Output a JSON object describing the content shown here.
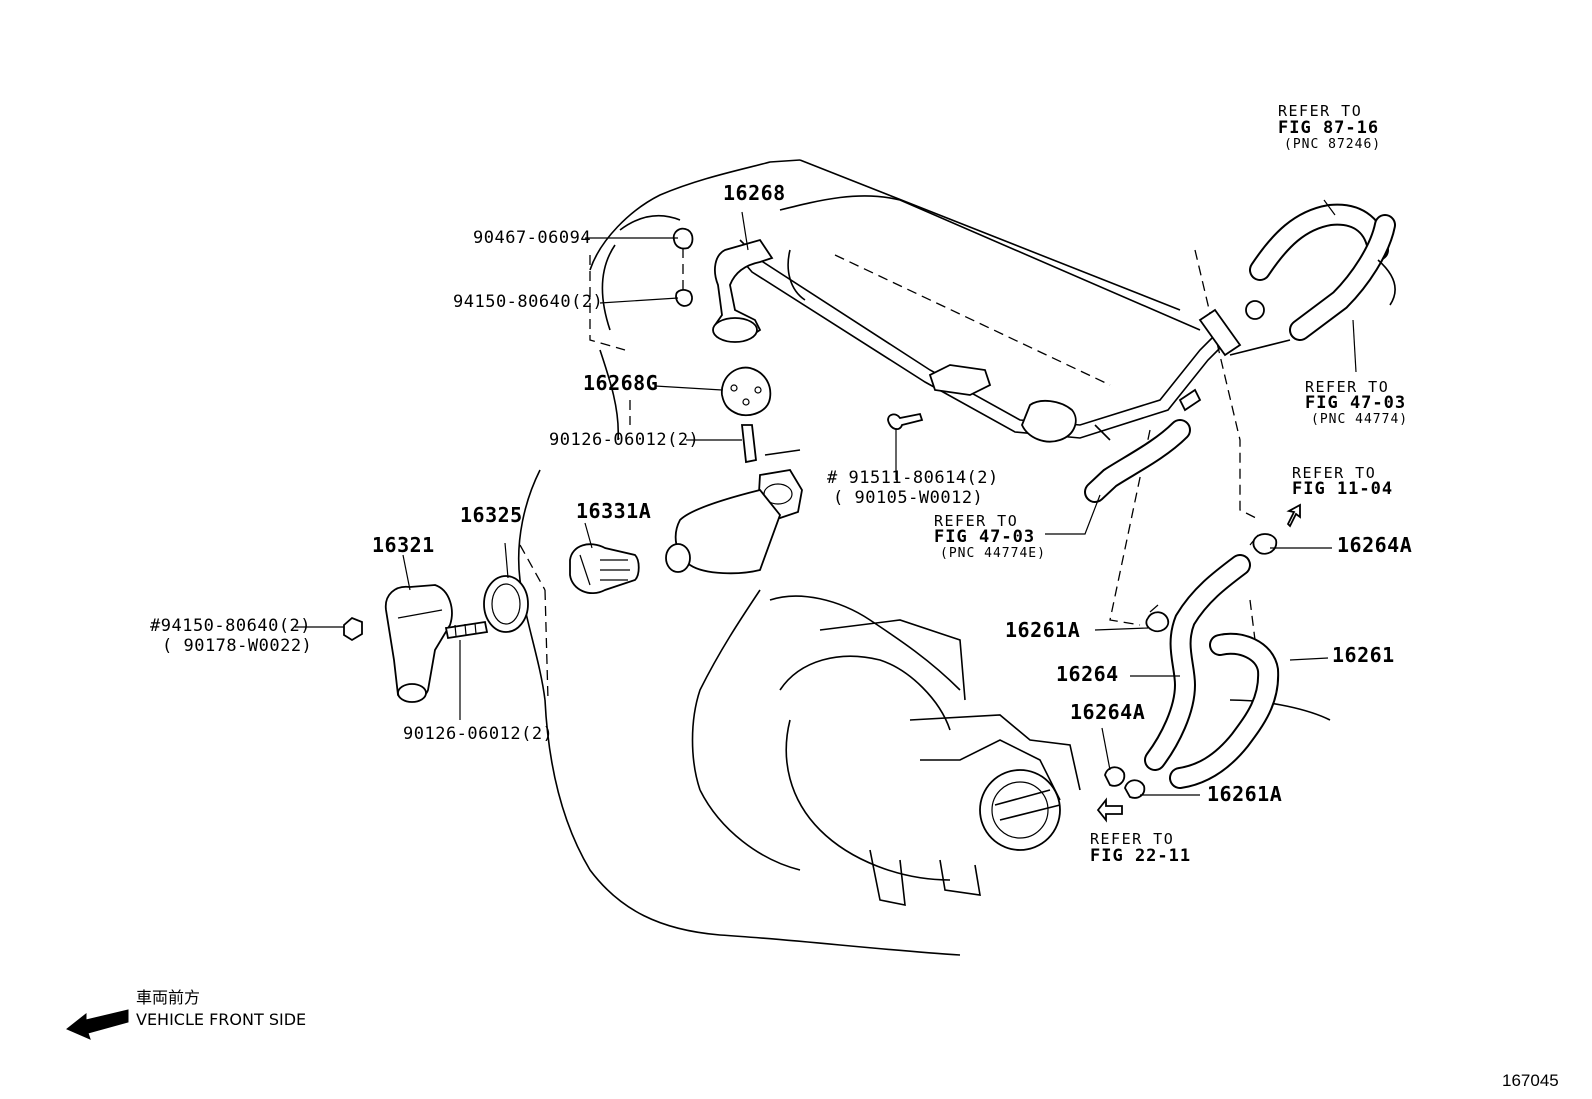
{
  "parts": {
    "p16268": "16268",
    "p90467": "90467-06094",
    "p94150_top": "94150-80640(2)",
    "p16268G": "16268G",
    "p90126_top": "90126-06012(2)",
    "p91511": "# 91511-80614(2)",
    "p90105": "( 90105-W0012)",
    "p16325": "16325",
    "p16331A": "16331A",
    "p16321": "16321",
    "p94150_left": "#94150-80640(2)",
    "p90178": "( 90178-W0022)",
    "p90126_bottom": "90126-06012(2)",
    "p16264A_top": "16264A",
    "p16261A_top": "16261A",
    "p16261": "16261",
    "p16264": "16264",
    "p16264A_bottom": "16264A",
    "p16261A_bottom": "16261A"
  },
  "refs": {
    "ref_87_16": {
      "line1": "REFER TO",
      "line2": "FIG 87-16",
      "line3": "(PNC 87246)"
    },
    "ref_47_03_right": {
      "line1": "REFER TO",
      "line2": "FIG 47-03",
      "line3": "(PNC 44774)"
    },
    "ref_11_04": {
      "line1": "REFER TO",
      "line2": "FIG 11-04"
    },
    "ref_47_03_mid": {
      "line1": "REFER TO",
      "line2": "FIG 47-03",
      "line3": "(PNC 44774E)"
    },
    "ref_22_11": {
      "line1": "REFER TO",
      "line2": "FIG 22-11"
    }
  },
  "legend": {
    "japanese": "車両前方",
    "english": "VEHICLE FRONT SIDE"
  },
  "figure_number": "167045"
}
